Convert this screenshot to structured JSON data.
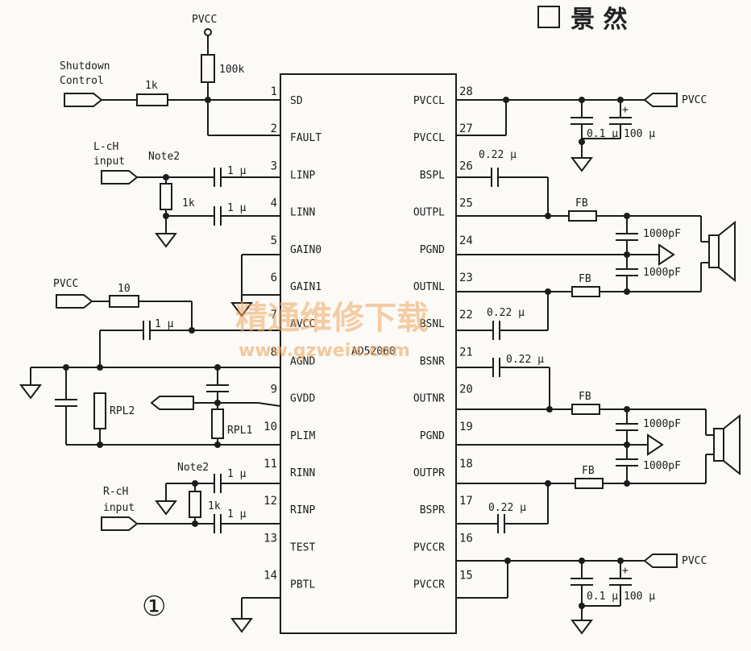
{
  "title": "景  然",
  "figure_number": "①",
  "chip": {
    "name": "AD52060",
    "left_pins": [
      {
        "num": "1",
        "name": "SD"
      },
      {
        "num": "2",
        "name": "FAULT"
      },
      {
        "num": "3",
        "name": "LINP"
      },
      {
        "num": "4",
        "name": "LINN"
      },
      {
        "num": "5",
        "name": "GAIN0"
      },
      {
        "num": "6",
        "name": "GAIN1"
      },
      {
        "num": "7",
        "name": "AVCC"
      },
      {
        "num": "8",
        "name": "AGND"
      },
      {
        "num": "9",
        "name": "GVDD"
      },
      {
        "num": "10",
        "name": "PLIM"
      },
      {
        "num": "11",
        "name": "RINN"
      },
      {
        "num": "12",
        "name": "RINP"
      },
      {
        "num": "13",
        "name": "TEST"
      },
      {
        "num": "14",
        "name": "PBTL"
      }
    ],
    "right_pins": [
      {
        "num": "28",
        "name": "PVCCL"
      },
      {
        "num": "27",
        "name": "PVCCL"
      },
      {
        "num": "26",
        "name": "BSPL"
      },
      {
        "num": "25",
        "name": "OUTPL"
      },
      {
        "num": "24",
        "name": "PGND"
      },
      {
        "num": "23",
        "name": "OUTNL"
      },
      {
        "num": "22",
        "name": "BSNL"
      },
      {
        "num": "21",
        "name": "BSNR"
      },
      {
        "num": "20",
        "name": "OUTNR"
      },
      {
        "num": "19",
        "name": "PGND"
      },
      {
        "num": "18",
        "name": "OUTPR"
      },
      {
        "num": "17",
        "name": "BSPR"
      },
      {
        "num": "16",
        "name": "PVCCR"
      },
      {
        "num": "15",
        "name": "PVCCR"
      }
    ]
  },
  "labels": {
    "pvcc_top": "PVCC",
    "r_100k": "100k",
    "shutdown1": "Shutdown",
    "shutdown2": "Control",
    "r_1k_sd": "1k",
    "lch1": "L-cH",
    "lch2": "input",
    "note2_l": "Note2",
    "c_1u_linp": "1 μ",
    "c_1u_linn": "1 μ",
    "r_1k_l": "1k",
    "pvcc_avcc": "PVCC",
    "r_10": "10",
    "c_1u_avcc": "1 μ",
    "rpl2": "RPL2",
    "rpl1": "RPL1",
    "note2_r": "Note2",
    "rch1": "R-cH",
    "rch2": "input",
    "c_1u_rinn": "1 μ",
    "c_1u_rinp": "1 μ",
    "r_1k_r": "1k",
    "pvcc_r_top": "PVCC",
    "c_01u_top": "0.1 μ",
    "c_100u_top": "100 μ",
    "c_022u_26": "0.22 μ",
    "fb_25": "FB",
    "c_1000p_a": "1000pF",
    "c_1000p_b": "1000pF",
    "fb_23": "FB",
    "c_022u_22": "0.22 μ",
    "c_022u_21": "0.22 μ",
    "fb_20": "FB",
    "c_1000p_c": "1000pF",
    "c_1000p_d": "1000pF",
    "fb_18": "FB",
    "c_022u_17": "0.22 μ",
    "pvcc_r_bot": "PVCC",
    "c_01u_bot": "0.1 μ",
    "c_100u_bot": "100 μ",
    "plus_top": "+",
    "plus_bot": "+"
  },
  "watermark": {
    "line1": "精通维修下载",
    "line2": "www.gzweix.com"
  },
  "colors": {
    "ink": "#1c1c1c",
    "watermark": "#f0a860"
  }
}
